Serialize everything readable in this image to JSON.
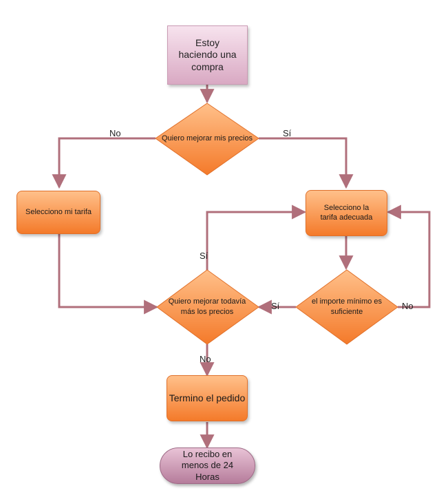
{
  "nodes": {
    "start": "Estoy haciendo una compra",
    "decision_improve": "Quiero mejorar mis precios",
    "select_my_rate": "Selecciono mi tarifa",
    "select_adequate_rate": "Selecciono la tarifa adecuada",
    "decision_improve_more": "Quiero mejorar todavía más los precios",
    "decision_min_amount": "el importe mínimo es suficiente",
    "finish_order": "Termino el pedido",
    "receive": "Lo recibo en menos de 24 Horas"
  },
  "edge_labels": {
    "no_left": "No",
    "si_right": "Sí",
    "si_up": "Sí",
    "si_left": "Sí",
    "no_right": "No",
    "no_down": "No"
  },
  "colors": {
    "connector": "#b06f7b",
    "orange": "#f47a2a",
    "pink": "#d9a9c3"
  }
}
